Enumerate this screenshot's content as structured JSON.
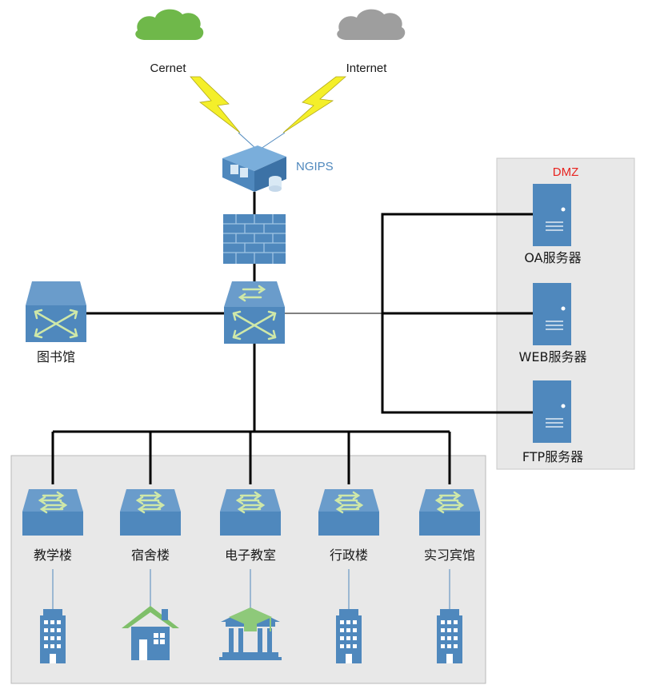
{
  "clouds": {
    "cernet": "Cernet",
    "internet": "Internet"
  },
  "devices": {
    "ngips": "NGIPS",
    "library": "图书馆"
  },
  "dmz": {
    "title": "DMZ",
    "servers": [
      "OA服务器",
      "WEB服务器",
      "FTP服务器"
    ]
  },
  "buildings": [
    "教学楼",
    "宿舍楼",
    "电子教室",
    "行政楼",
    "实习宾馆"
  ],
  "colors": {
    "device_blue": "#4f88bd",
    "cernet_cloud": "#6fb84a",
    "internet_cloud": "#9e9e9e",
    "lightning": "#f4ef2a",
    "dmz_red": "#e8231f",
    "zone_gray": "#e8e8e8"
  }
}
